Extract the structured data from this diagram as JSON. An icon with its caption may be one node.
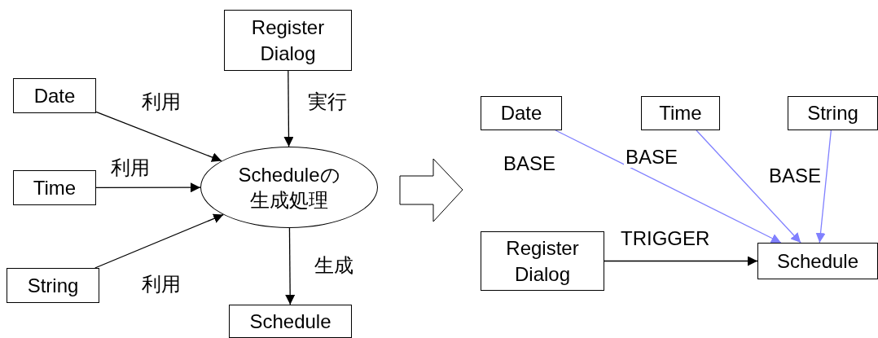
{
  "diagram": {
    "nodes": [
      {
        "text": [
          "Register Dialog"
        ]
      },
      {
        "text": [
          "Date"
        ]
      },
      {
        "text": [
          "Time"
        ]
      },
      {
        "text": [
          "String"
        ]
      },
      {
        "text": [
          "Scheduleの生成処理"
        ]
      },
      {
        "text": [
          "Schedule"
        ]
      },
      {
        "text": [
          "Date"
        ]
      },
      {
        "text": [
          "Time"
        ]
      },
      {
        "text": [
          "String"
        ]
      },
      {
        "text": [
          "Register Dialog"
        ]
      },
      {
        "text": [
          "Schedule"
        ]
      }
    ],
    "edges": [
      {
        "from": 0,
        "to": 4,
        "arrow": "to",
        "label": "実行"
      },
      {
        "from": 1,
        "to": 4,
        "arrow": "to",
        "label": "利用"
      },
      {
        "from": 2,
        "to": 4,
        "arrow": "to",
        "label": "利用"
      },
      {
        "from": 3,
        "to": 4,
        "arrow": "to",
        "label": "利用"
      },
      {
        "from": 4,
        "to": 5,
        "arrow": "to",
        "label": "生成"
      },
      {
        "from": 6,
        "to": 10,
        "arrow": "to",
        "label": "BASE",
        "color": "#8080ff"
      },
      {
        "from": 7,
        "to": 10,
        "arrow": "to",
        "label": "BASE",
        "color": "#8080ff"
      },
      {
        "from": 8,
        "to": 10,
        "arrow": "to",
        "label": "BASE",
        "color": "#8080ff"
      },
      {
        "from": 9,
        "to": 10,
        "arrow": "to",
        "label": "TRIGGER"
      }
    ]
  }
}
